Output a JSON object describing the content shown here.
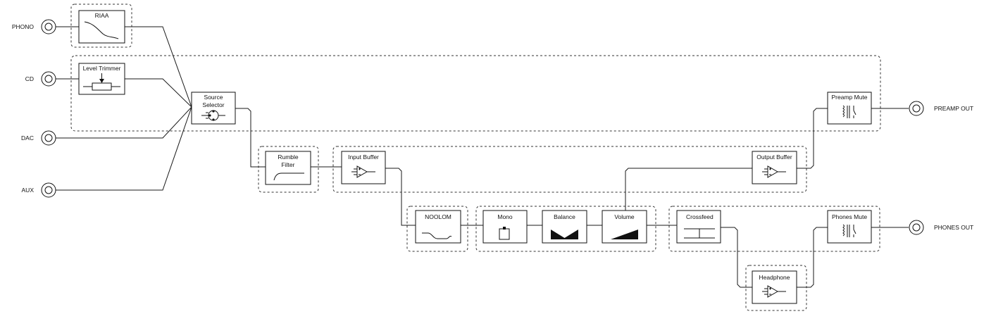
{
  "inputs": {
    "phono": "PHONO",
    "cd": "CD",
    "dac": "DAC",
    "aux": "AUX"
  },
  "outputs": {
    "preamp_out": "PREAMP OUT",
    "phones_out": "PHONES OUT"
  },
  "blocks": {
    "riaa": "RIAA",
    "level_trimmer": "Level Trimmer",
    "source_selector_line1": "Source",
    "source_selector_line2": "Selector",
    "rumble_filter_line1": "Rumble",
    "rumble_filter_line2": "Filter",
    "input_buffer": "Input Buffer",
    "output_buffer": "Output Buffer",
    "preamp_mute": "Preamp Mute",
    "noolom": "NOOLOM",
    "mono": "Mono",
    "balance": "Balance",
    "volume": "Volume",
    "crossfeed": "Crossfeed",
    "phones_mute": "Phones Mute",
    "headphone": "Headphone"
  }
}
